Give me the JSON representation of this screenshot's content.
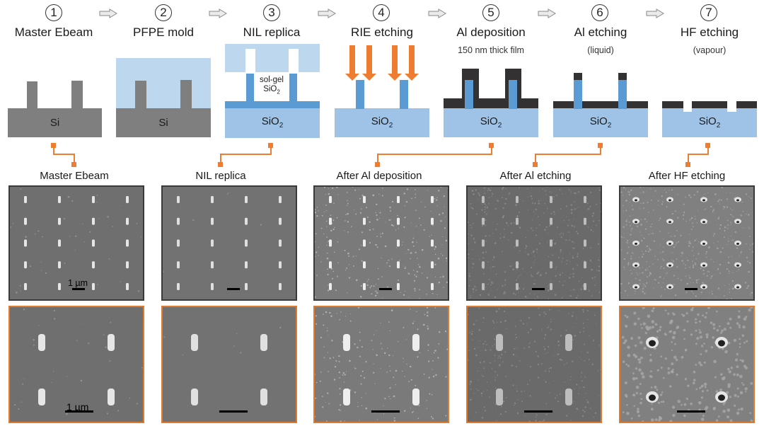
{
  "colors": {
    "si": "#7f7f7f",
    "pfpe": "#bcd7ee",
    "sio2_substrate": "#9fc3e6",
    "solgel": "#5a9bd4",
    "aluminum": "#333131",
    "accent_orange": "#ef7d31",
    "sem_top_border": "#3a3a3a",
    "sem_bottom_border": "#e07a2e"
  },
  "steps": [
    {
      "number": "1",
      "title": "Master Ebeam",
      "subtitle": "",
      "substrate_label": "Si"
    },
    {
      "number": "2",
      "title": "PFPE mold",
      "subtitle": "",
      "substrate_label": "Si"
    },
    {
      "number": "3",
      "title": "NIL replica",
      "subtitle": "",
      "substrate_label": "SiO",
      "substrate_sub": "2",
      "inner_label_1": "sol-gel",
      "inner_label_2": "SiO",
      "inner_sub": "2"
    },
    {
      "number": "4",
      "title": "RIE etching",
      "subtitle": "",
      "substrate_label": "SiO",
      "substrate_sub": "2"
    },
    {
      "number": "5",
      "title": "Al deposition",
      "subtitle": "150 nm thick film",
      "substrate_label": "SiO",
      "substrate_sub": "2"
    },
    {
      "number": "6",
      "title": "Al etching",
      "subtitle": "(liquid)",
      "substrate_label": "SiO",
      "substrate_sub": "2"
    },
    {
      "number": "7",
      "title": "HF etching",
      "subtitle": "(vapour)",
      "substrate_label": "SiO",
      "substrate_sub": "2"
    }
  ],
  "flow_arrows": [
    "arrow-1-2",
    "arrow-2-3",
    "arrow-3-4",
    "arrow-4-5",
    "arrow-5-6",
    "arrow-6-7"
  ],
  "sem_panels": [
    {
      "label": "Master Ebeam",
      "links_to_step": "1",
      "scale_label": "1 µm",
      "bottom_scale_label": "1 µm",
      "tone": "master"
    },
    {
      "label": "NIL replica",
      "links_to_step": "3",
      "scale_label": "",
      "bottom_scale_label": "",
      "tone": "nil"
    },
    {
      "label": "After Al deposition",
      "links_to_step": "5",
      "scale_label": "",
      "bottom_scale_label": "",
      "tone": "aldep"
    },
    {
      "label": "After Al etching",
      "links_to_step": "6",
      "scale_label": "",
      "bottom_scale_label": "",
      "tone": "aletch"
    },
    {
      "label": "After HF etching",
      "links_to_step": "7",
      "scale_label": "",
      "bottom_scale_label": "",
      "tone": "hf"
    }
  ]
}
